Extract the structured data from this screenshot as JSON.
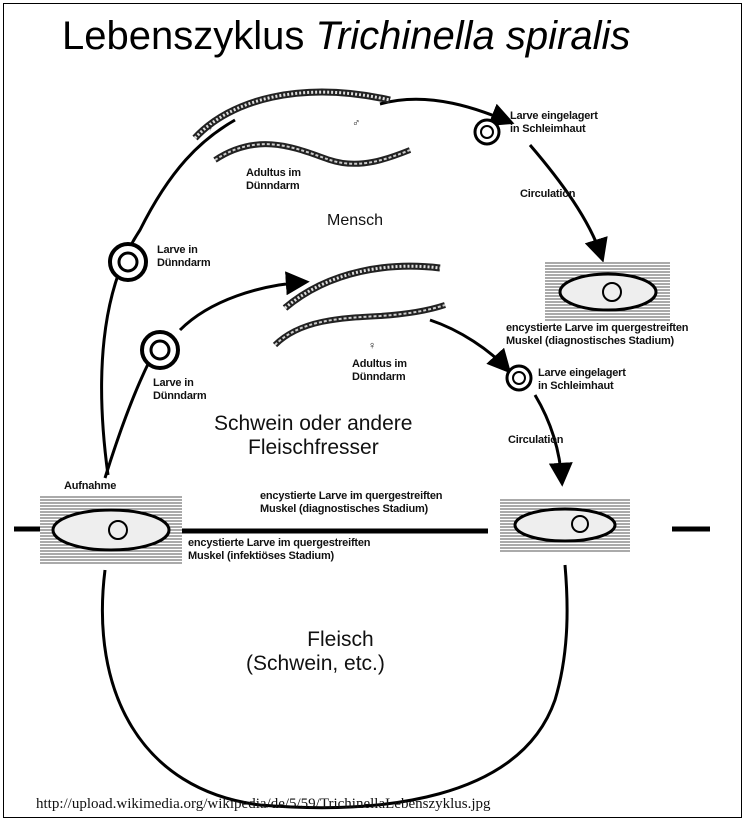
{
  "title": {
    "text_plain": "Lebenszyklus ",
    "text_italic": "Trichinella spiralis"
  },
  "hosts": {
    "human": "Mensch",
    "pig_line1": "Schwein oder andere",
    "pig_line2": "Fleischfresser",
    "meat_line1": "Fleisch",
    "meat_line2": "(Schwein, etc.)"
  },
  "labels": {
    "larva_mucosa_top_1": "Larve eingelagert",
    "larva_mucosa_top_2": "in Schleimhaut",
    "circulation_top": "Circulation",
    "adults_top_1": "Adultus im",
    "adults_top_2": "Dünndarm",
    "larva_sm_int_top_1": "Larve in",
    "larva_sm_int_top_2": "Dünndarm",
    "encysted_diag_top_1": "encystierte Larve im quergestreiften",
    "encysted_diag_top_2": "Muskel (diagnostisches Stadium)",
    "larva_sm_int_mid_1": "Larve in",
    "larva_sm_int_mid_2": "Dünndarm",
    "adults_mid_1": "Adultus im",
    "adults_mid_2": "Dünndarm",
    "larva_mucosa_mid_1": "Larve eingelagert",
    "larva_mucosa_mid_2": "in Schleimhaut",
    "circulation_mid": "Circulation",
    "ingestion": "Aufnahme",
    "encysted_diag_mid_1": "encystierte Larve im quergestreiften",
    "encysted_diag_mid_2": "Muskel (diagnostisches Stadium)",
    "encysted_infective_1": "encystierte Larve im quergestreiften",
    "encysted_infective_2": "Muskel (infektiöses Stadium)",
    "male_symbol": "♂",
    "female_symbol": "♀"
  },
  "source_url": "http://upload.wikimedia.org/wikipedia/de/5/59/TrichinellaLebenszyklus.jpg"
}
